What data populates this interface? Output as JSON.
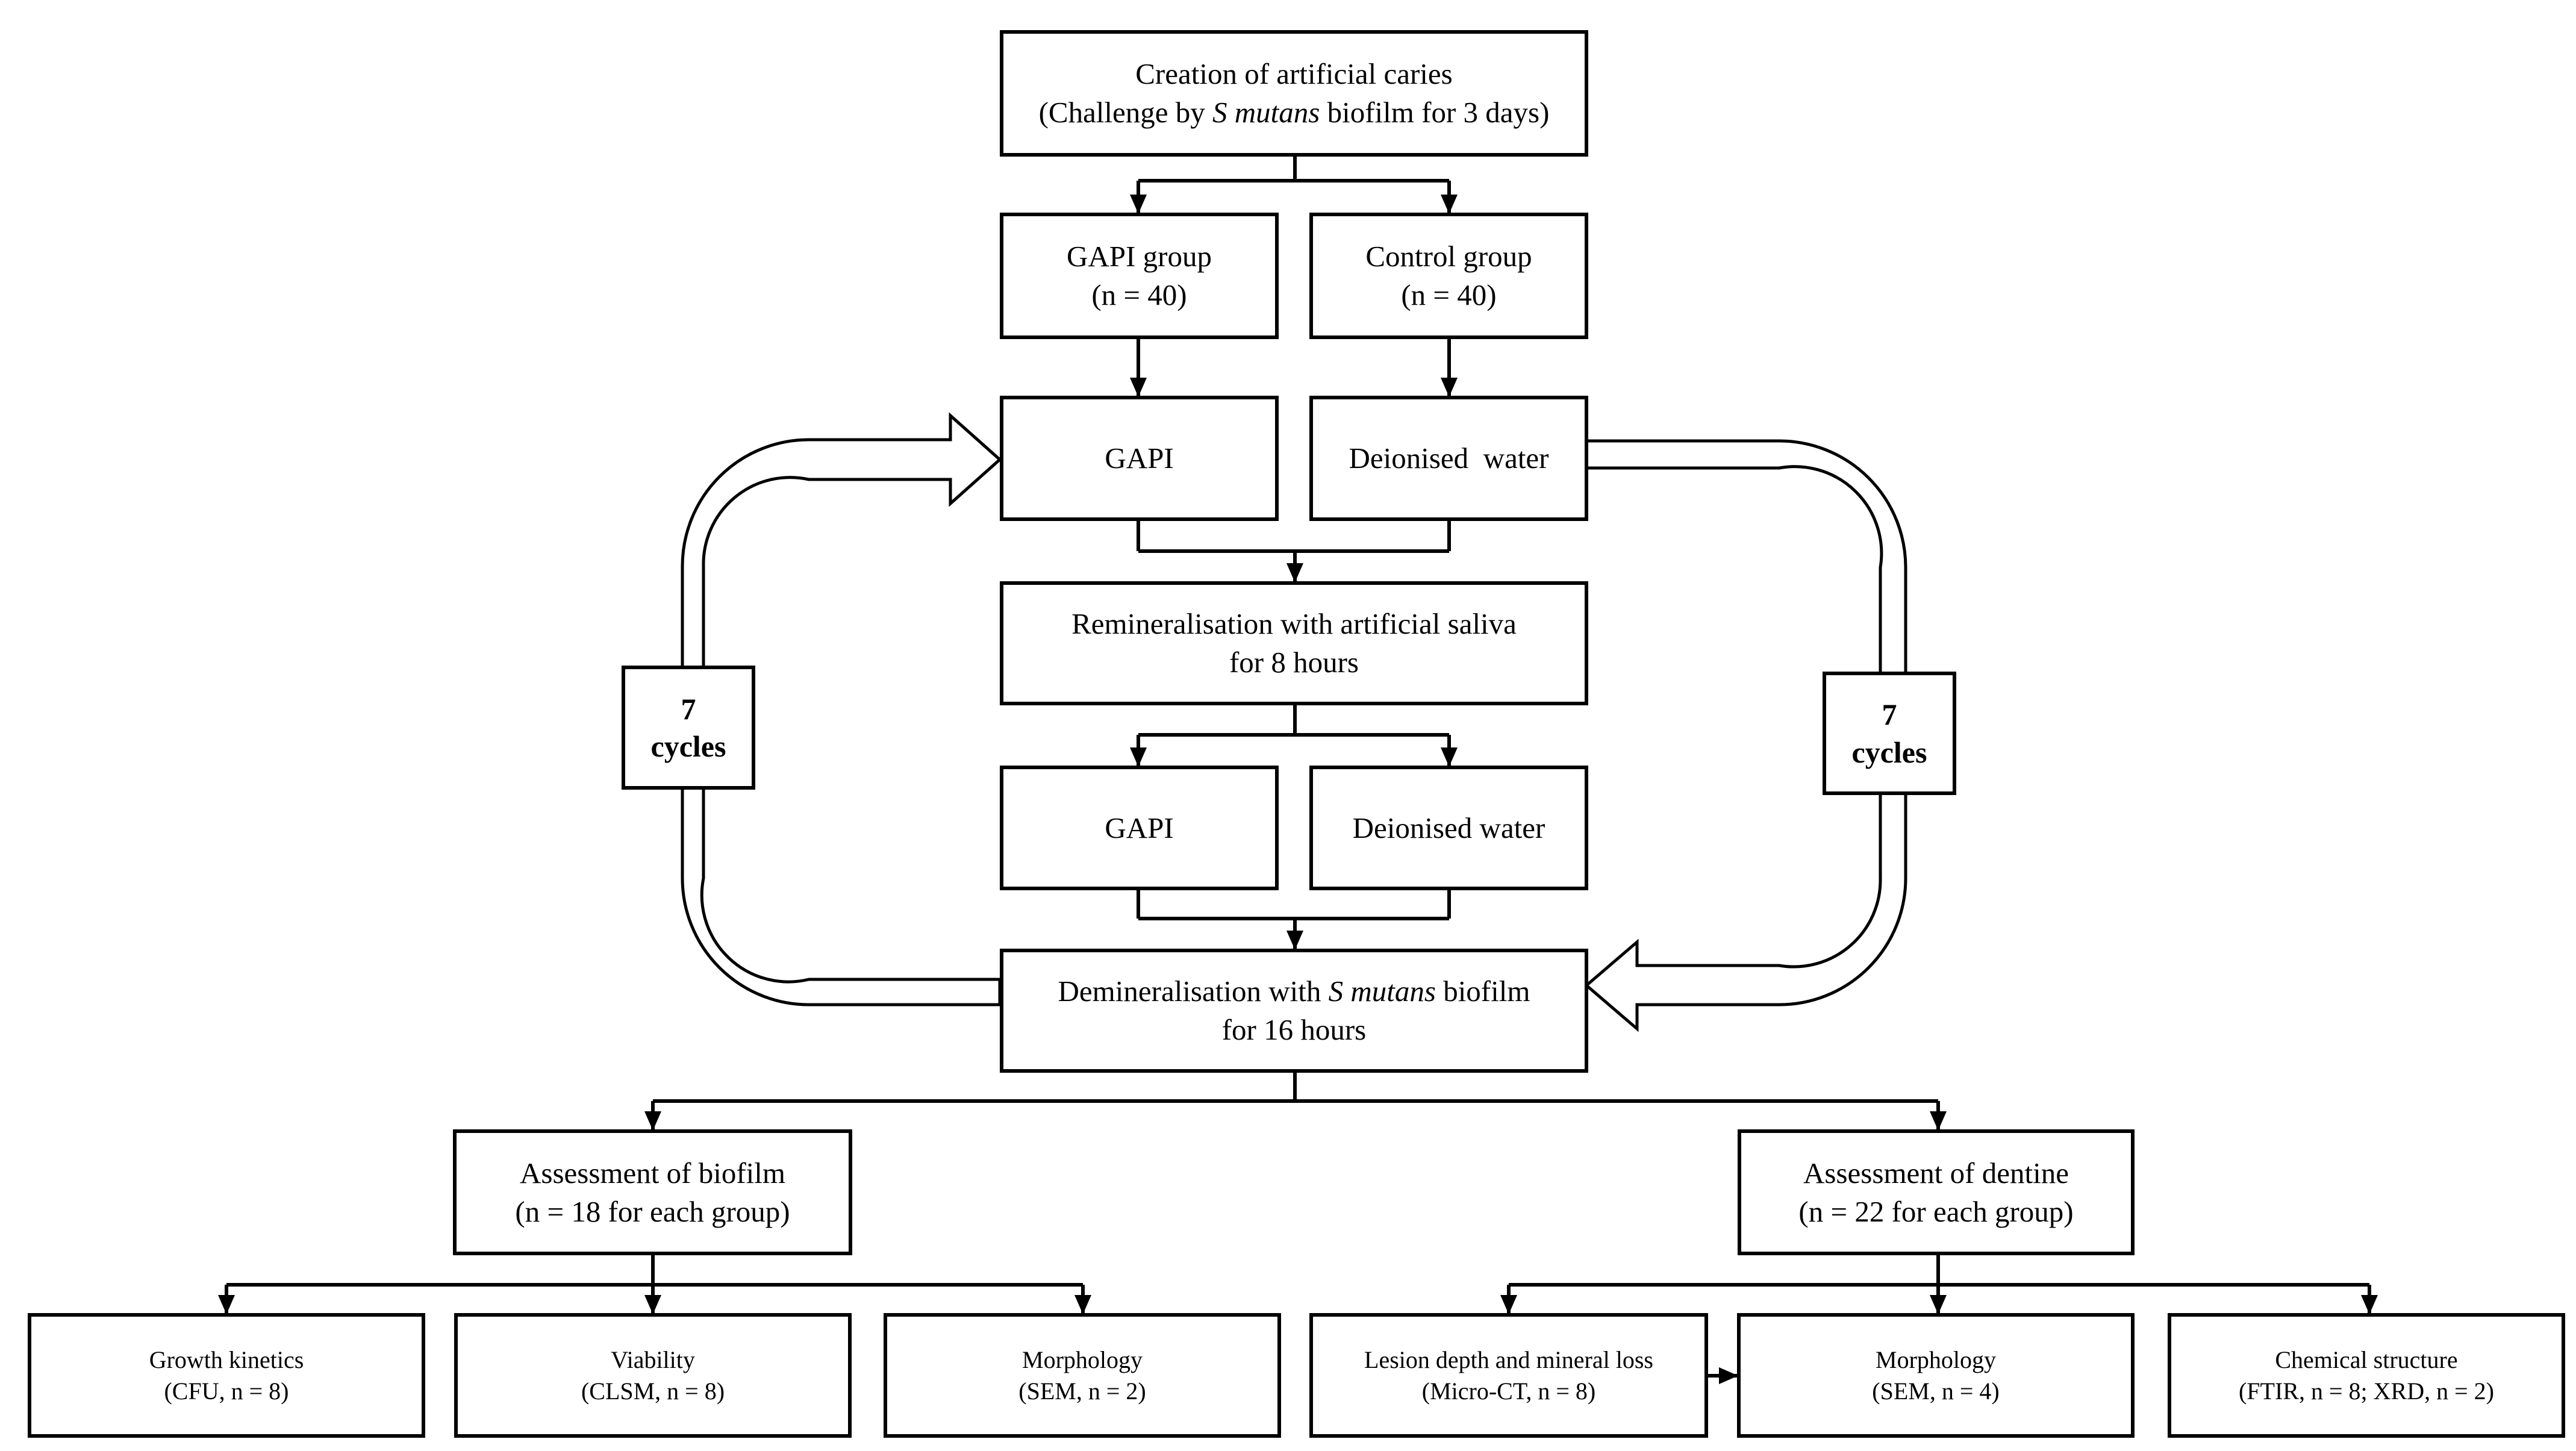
{
  "nodes": {
    "creation": {
      "line1": "Creation of artificial caries",
      "line2_pre": "(Challenge by ",
      "line2_italic": "S mutans",
      "line2_post": " biofilm for 3 days)"
    },
    "gapi_group": {
      "line1": "GAPI group",
      "line2": "(n = 40)"
    },
    "control_group": {
      "line1": "Control group",
      "line2": "(n = 40)"
    },
    "gapi_1": {
      "label": "GAPI"
    },
    "water_1": {
      "label": "Deionised  water"
    },
    "remineralisation": {
      "line1": "Remineralisation with artificial saliva",
      "line2": "for 8 hours"
    },
    "gapi_2": {
      "label": "GAPI"
    },
    "water_2": {
      "label": "Deionised water"
    },
    "demineralisation": {
      "line1_pre": "Demineralisation with ",
      "line1_italic": "S mutans",
      "line1_post": " biofilm",
      "line2": "for 16 hours"
    },
    "assess_biofilm": {
      "line1": "Assessment of biofilm",
      "line2": "(n = 18 for each group)"
    },
    "assess_dentine": {
      "line1": "Assessment of dentine",
      "line2": "(n = 22 for each group)"
    },
    "growth_kinetics": {
      "line1": "Growth kinetics",
      "line2": "(CFU, n = 8)"
    },
    "viability": {
      "line1": "Viability",
      "line2": "(CLSM, n = 8)"
    },
    "morphology_biofilm": {
      "line1": "Morphology",
      "line2": "(SEM, n = 2)"
    },
    "lesion_depth": {
      "line1": "Lesion depth and mineral loss",
      "line2": "(Micro-CT, n = 8)"
    },
    "morphology_dentine": {
      "line1": "Morphology",
      "line2": "(SEM, n = 4)"
    },
    "chemical_structure": {
      "line1": "Chemical structure",
      "line2": "(FTIR, n = 8; XRD, n = 2)"
    }
  },
  "cycles_left": {
    "number": "7",
    "label": "cycles"
  },
  "cycles_right": {
    "number": "7",
    "label": "cycles"
  }
}
